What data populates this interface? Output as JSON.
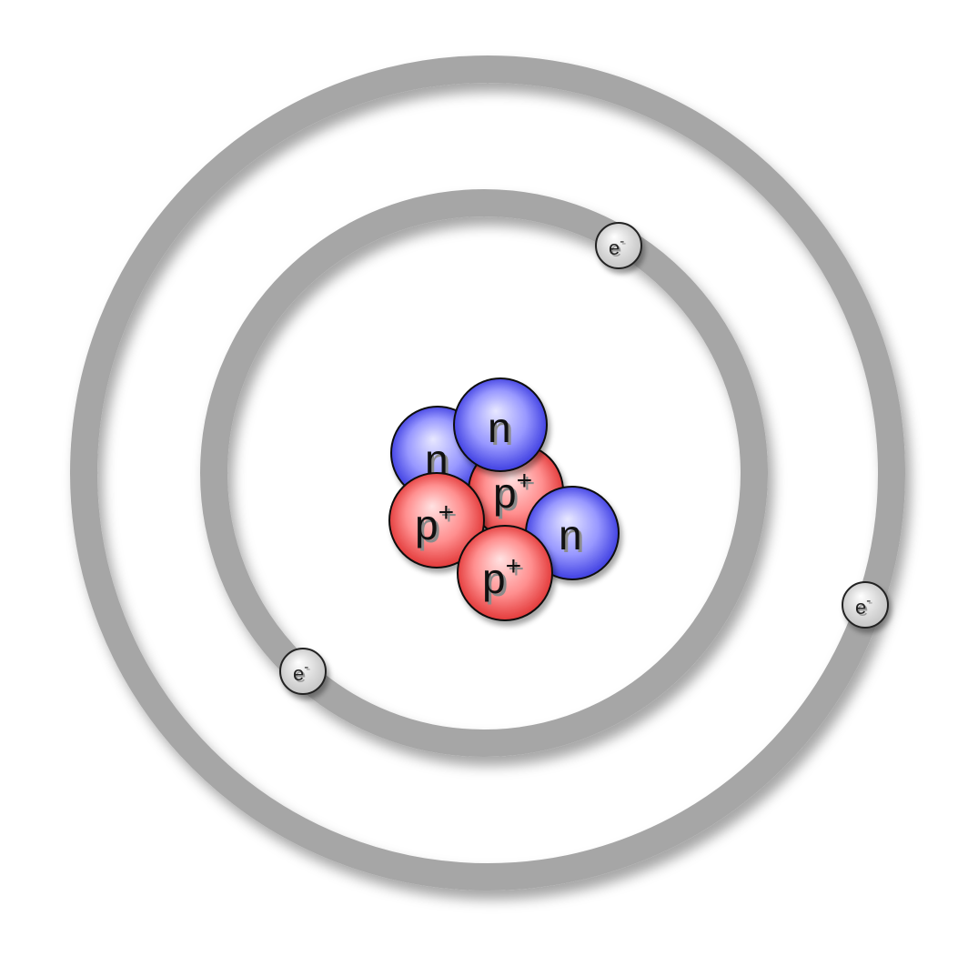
{
  "colors": {
    "orbit": "#a6a6a6",
    "background": "#ffffff",
    "proton_light": "#ffe2e2",
    "proton_mid": "#ff8f8f",
    "proton_dark": "#dd2a2a",
    "neutron_light": "#e8e8ff",
    "neutron_mid": "#9898ff",
    "neutron_dark": "#2f2fdc",
    "electron_light": "#ffffff",
    "electron_dark": "#bdbdbd"
  },
  "labels": {
    "neutron": "n",
    "proton": "p",
    "proton_charge": "+",
    "electron": "e",
    "electron_charge": "-"
  },
  "counts": {
    "protons": 3,
    "neutrons": 3,
    "electrons": 3,
    "shells": 2
  }
}
